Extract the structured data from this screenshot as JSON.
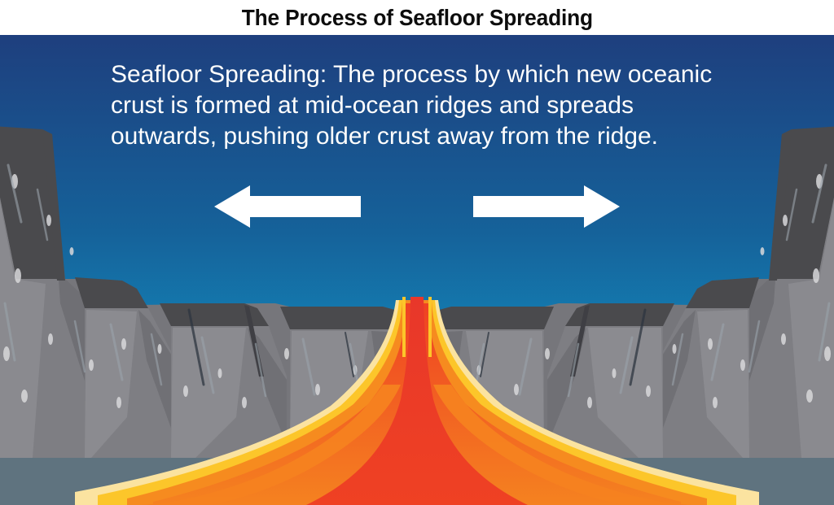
{
  "page": {
    "title": "The Process of Seafloor Spreading",
    "header_bg": "#ffffff",
    "title_color": "#0d0d0d"
  },
  "caption": {
    "lines": [
      "Seafloor Spreading: The process by which new oceanic",
      "crust is formed at mid-ocean ridges and spreads",
      "outwards, pushing older crust away from the ridge.",
      "Seafloor Spreading: The process by which new oceanic crust is formed at mid-ocean ridges and spreads outwards, pushing older crust away from the ridge."
    ],
    "color": "#ffffff"
  },
  "diagram": {
    "type": "cross-section-illustration",
    "subject": "mid-ocean ridge seafloor spreading",
    "ocean": {
      "label": "ocean water",
      "gradient_top": "#1e3f7e",
      "gradient_mid": "#136ba0",
      "gradient_bottom": "#18a0cc"
    },
    "crust": {
      "label": "oceanic crust",
      "rim_color": "#4a4a4d",
      "face_color": "#7e7e83",
      "face_shadow": "#6d6d72",
      "face_highlight": "#8e8e93",
      "speck_color": "#d8d8da",
      "streak_color": "#9aa3ab"
    },
    "crust_underlayer": {
      "label": "lower crust band",
      "color": "#8fa8b5"
    },
    "mantle": {
      "label": "mantle",
      "color": "#5f737f"
    },
    "magma": {
      "label": "rising magma",
      "core_color": "#e8372a",
      "mid_color": "#f05a28",
      "flare_color": "#f68b1f",
      "edge_color": "#fcc62a",
      "outer_color": "#fbe3a0"
    },
    "arrows": [
      {
        "name": "spreading-arrow-left",
        "direction": "left",
        "color": "#ffffff",
        "meaning": "older crust moves away from the ridge to the left"
      },
      {
        "name": "spreading-arrow-right",
        "direction": "right",
        "color": "#ffffff",
        "meaning": "older crust moves away from the ridge to the right"
      }
    ],
    "rift": {
      "label": "mid-ocean ridge rift / vent",
      "position": "center"
    }
  }
}
